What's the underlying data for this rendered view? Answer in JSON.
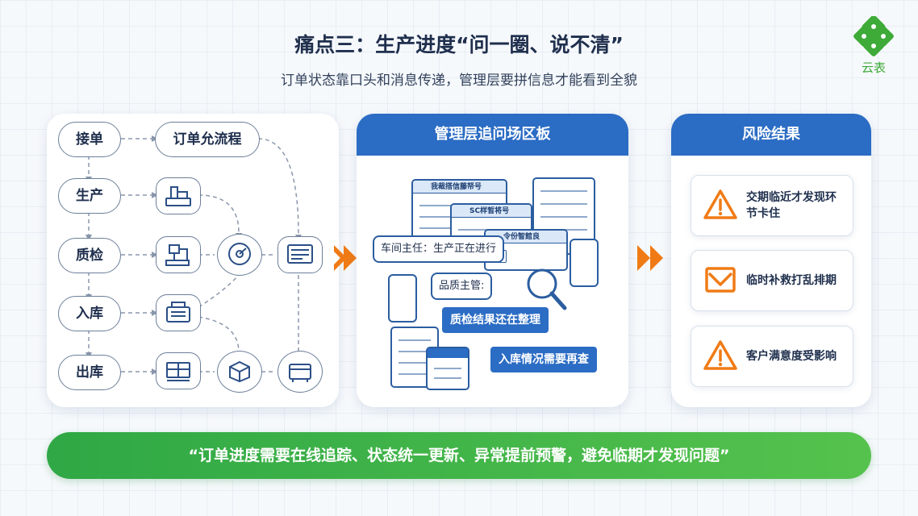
{
  "header": {
    "title": "痛点三：生产进度“问一圈、说不清”",
    "subtitle": "订单状态靠口头和消息传递，管理层要拼信息才能看到全貌"
  },
  "logo": {
    "text": "云表",
    "color": "#3eaa38"
  },
  "flow": {
    "steps": [
      "接单",
      "生产",
      "质检",
      "入库",
      "出库"
    ],
    "top_node": "订单允流程",
    "icons": [
      "machine-icon",
      "lathe-icon",
      "gauge-icon",
      "display-icon",
      "printer-icon",
      "pallet-icon",
      "box-icon",
      "crate-icon"
    ]
  },
  "board": {
    "title": "管理层追问场区板",
    "doc1": "我裁搭信藤帑号",
    "doc2": "SC样皙将号",
    "doc3": "令份智館良",
    "bubble1": "车间主任：生产正在进行",
    "bubble2": "品质主管:",
    "bubble3": "质检结果还在整理",
    "bubble4": "入库情况需要再查"
  },
  "risk": {
    "title": "风险结果",
    "items": [
      "交期临近才发现环节卡住",
      "临时补救打乱排期",
      "客户满意度受影响"
    ]
  },
  "banner": {
    "text": "“订单进度需要在线追踪、状态统一更新、异常提前预警，避免临期才发现问题”"
  },
  "colors": {
    "primary": "#2b6cc4",
    "accent_orange": "#f07b16",
    "green": "#3eaa38",
    "dark_text": "#1f2f4d"
  }
}
